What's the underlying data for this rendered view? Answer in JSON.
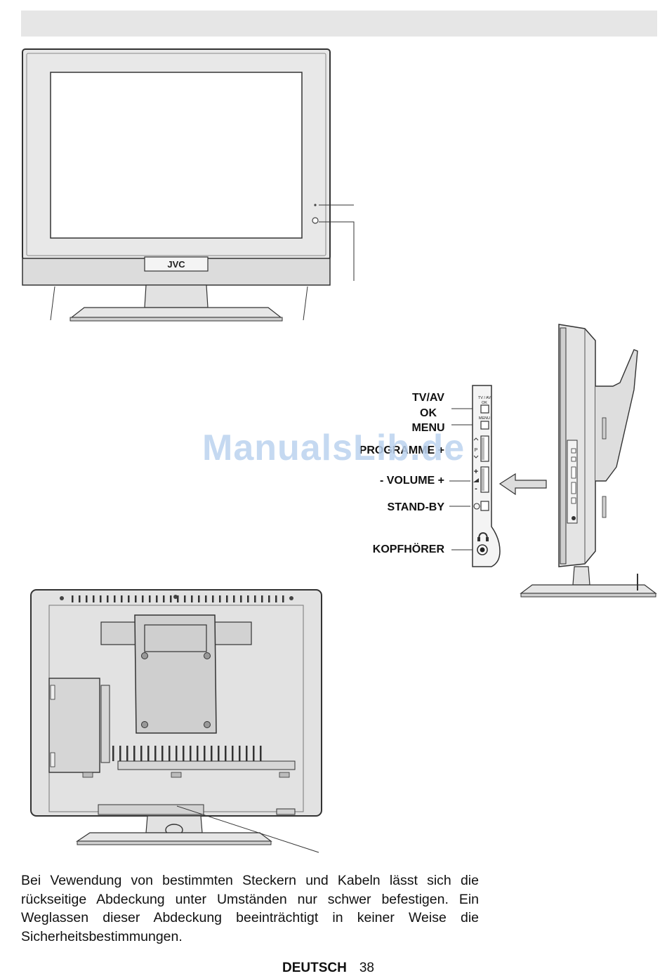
{
  "front_view": {
    "brand_logo": "JVC"
  },
  "side_panel": {
    "labels": {
      "tv_av": "TV/AV",
      "ok": "OK",
      "menu": "MENU",
      "programme": "- PROGRAMME +",
      "volume": "- VOLUME +",
      "standby": "STAND-BY",
      "headphone": "KOPFHÖRER"
    },
    "panel_marks": {
      "tv_av": "TV / AV",
      "ok": "OK",
      "menu": "MENU",
      "programme": "P",
      "plus": "+",
      "minus": "-"
    }
  },
  "watermark": "ManualsLib.de",
  "body_lines": [
    "Bei Vewendung von bestimmten Steckern und Kabeln lässt sich die",
    "rückseitige Abdeckung unter Umständen nur schwer befestigen.",
    "Ein Weglassen dieser Abdeckung beeinträchtigt in keiner Weise die",
    "Sicherheitsbestimmungen."
  ],
  "footer": {
    "language": "DEUTSCH",
    "page_number": "38"
  }
}
